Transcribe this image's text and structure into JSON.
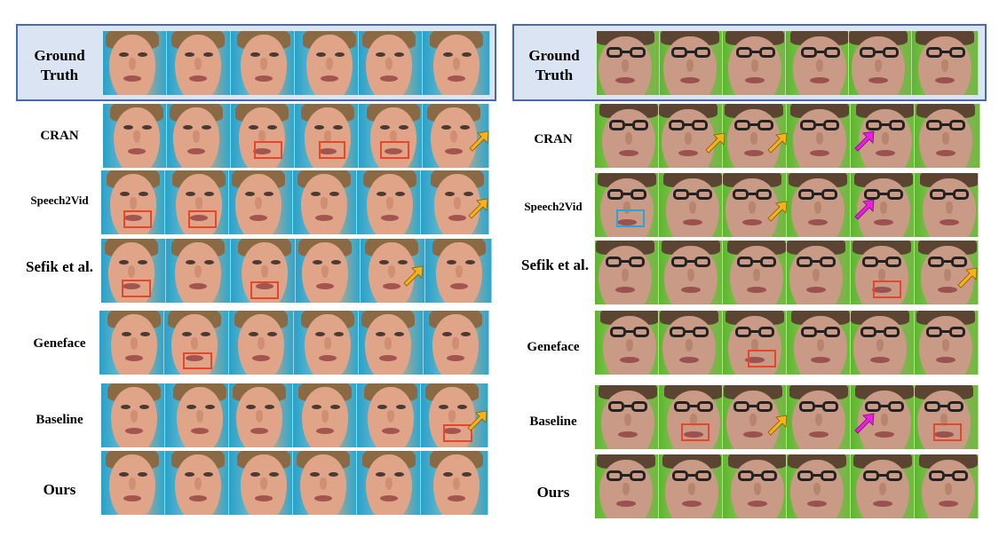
{
  "left_panel": {
    "rows": [
      {
        "label_line1": "Ground",
        "label_line2": "Truth"
      },
      {
        "label": "CRAN"
      },
      {
        "label": "Speech2Vid"
      },
      {
        "label": "Sefik et al."
      },
      {
        "label": "Geneface"
      },
      {
        "label": "Baseline"
      },
      {
        "label": "Ours"
      }
    ]
  },
  "right_panel": {
    "rows": [
      {
        "label_line1": "Ground",
        "label_line2": "Truth"
      },
      {
        "label": "CRAN"
      },
      {
        "label": "Speech2Vid"
      },
      {
        "label": "Sefik et al."
      },
      {
        "label": "Geneface"
      },
      {
        "label": "Baseline"
      },
      {
        "label": "Ours"
      }
    ]
  },
  "colors": {
    "gt_background": "#dbe4f3",
    "gt_border": "#4a68b0",
    "highlight_box": "#e8462a",
    "blue_box": "#2aa3d6",
    "arrow_orange": "#f5b21a",
    "arrow_magenta": "#e81fe0",
    "left_background": "#2fa6c9",
    "right_background": "#6cbb3c"
  }
}
